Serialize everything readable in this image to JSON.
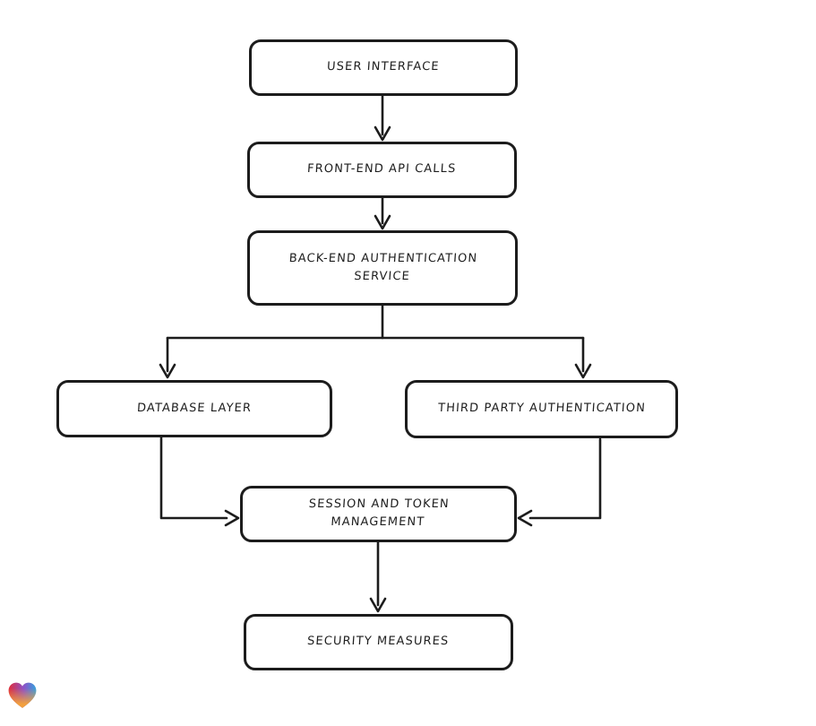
{
  "page": {
    "background_color": "#ffffff"
  },
  "diagram": {
    "type": "flowchart",
    "stroke_color": "#1c1c1c",
    "node_fill_color": "#ffffff",
    "nodes": [
      {
        "id": "user-interface",
        "label": "USER INTERFACE"
      },
      {
        "id": "front-end-api-calls",
        "label": "FRONT-END API CALLS"
      },
      {
        "id": "back-end-authentication-service",
        "label": "BACK-END AUTHENTICATION\nSERVICE"
      },
      {
        "id": "database-layer",
        "label": "DATABASE LAYER"
      },
      {
        "id": "third-party-authentication",
        "label": "THIRD PARTY AUTHENTICATION"
      },
      {
        "id": "session-and-token-management",
        "label": "SESSION AND TOKEN\nMANAGEMENT"
      },
      {
        "id": "security-measures",
        "label": "SECURITY MEASURES"
      }
    ],
    "edges": [
      {
        "from": "user-interface",
        "to": "front-end-api-calls"
      },
      {
        "from": "front-end-api-calls",
        "to": "back-end-authentication-service"
      },
      {
        "from": "back-end-authentication-service",
        "to": "database-layer"
      },
      {
        "from": "back-end-authentication-service",
        "to": "third-party-authentication"
      },
      {
        "from": "database-layer",
        "to": "session-and-token-management"
      },
      {
        "from": "third-party-authentication",
        "to": "session-and-token-management"
      },
      {
        "from": "session-and-token-management",
        "to": "security-measures"
      }
    ]
  },
  "branding": {
    "logo_icon": "gradient-heart-logo",
    "logo_colors": {
      "red": "#e12d39",
      "purple": "#8d52c9",
      "blue": "#35a3dc",
      "orange": "#f2a03d"
    }
  }
}
